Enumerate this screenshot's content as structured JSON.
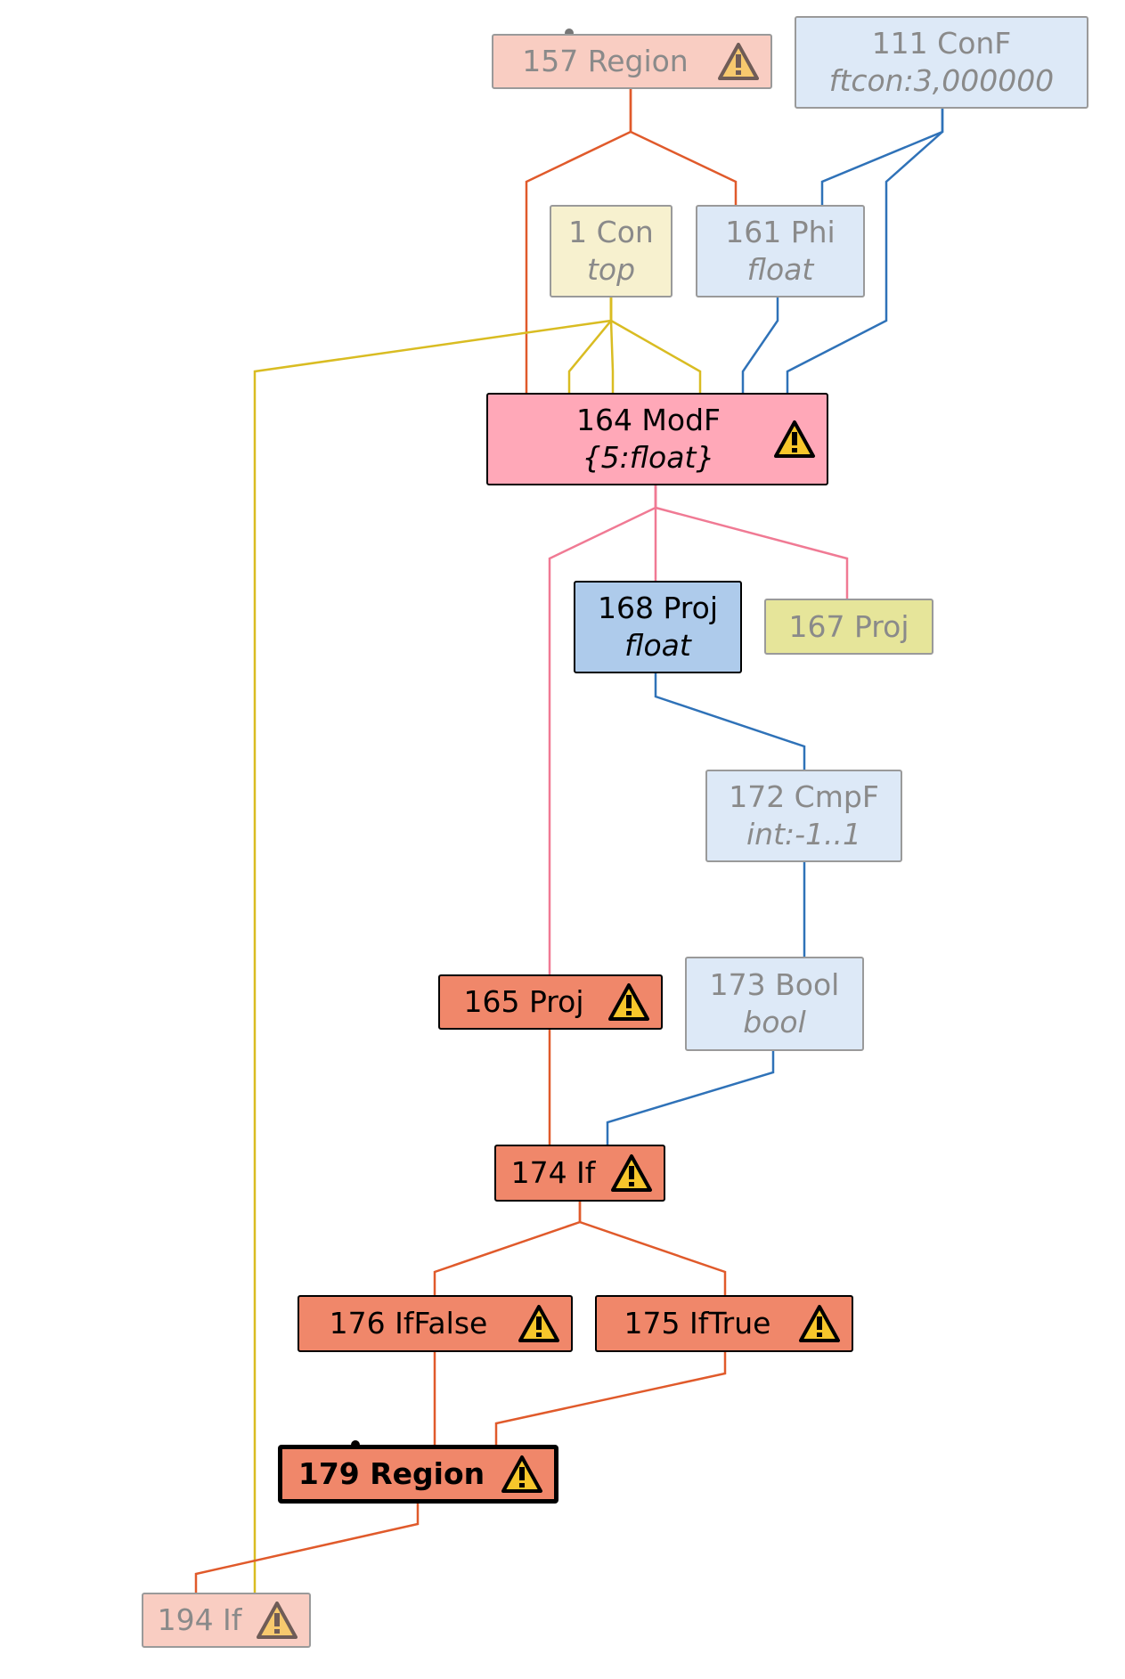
{
  "colors": {
    "control_edge": "#e05a2b",
    "data_edge": "#2f72b8",
    "const_edge": "#d9bc22",
    "proj_edge": "#f07a94",
    "region_fill_faded": "#f9cdc2",
    "region_fill": "#f0876a",
    "float_fill_faded": "#dde9f7",
    "float_fill": "#aecbeb",
    "con_fill_faded": "#f7f1cf",
    "proj_fill_yellow": "#e6e59a",
    "modf_fill": "#ffa8b8",
    "warning_fill": "#f7c62b"
  },
  "nodes": {
    "n157": {
      "label": "157 Region",
      "icon": "warning-icon"
    },
    "n111": {
      "label": "111 ConF",
      "sub": "ftcon:3,000000"
    },
    "n1": {
      "label": "1 Con",
      "sub": "top"
    },
    "n161": {
      "label": "161 Phi",
      "sub": "float"
    },
    "n164": {
      "label": "164 ModF",
      "sub": "{5:float}",
      "icon": "warning-icon"
    },
    "n168": {
      "label": "168 Proj",
      "sub": "float"
    },
    "n167": {
      "label": "167 Proj"
    },
    "n172": {
      "label": "172 CmpF",
      "sub": "int:-1..1"
    },
    "n173": {
      "label": "173 Bool",
      "sub": "bool"
    },
    "n165": {
      "label": "165 Proj",
      "icon": "warning-icon"
    },
    "n174": {
      "label": "174 If",
      "icon": "warning-icon"
    },
    "n176": {
      "label": "176 IfFalse",
      "icon": "warning-icon"
    },
    "n175": {
      "label": "175 IfTrue",
      "icon": "warning-icon"
    },
    "n179": {
      "label": "179 Region",
      "icon": "warning-icon"
    },
    "n194": {
      "label": "194 If",
      "icon": "warning-icon"
    }
  }
}
